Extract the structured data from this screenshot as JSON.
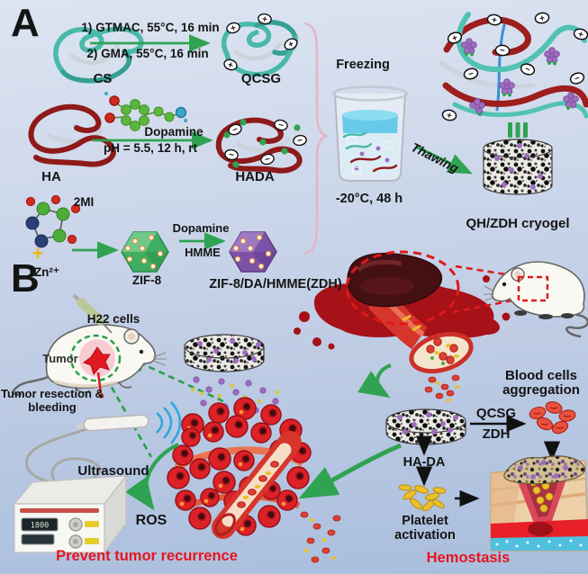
{
  "sym": {
    "plus": "+",
    "minus": "−"
  },
  "panel_a": {
    "label": "A",
    "cs": "CS",
    "qcsg": "QCSG",
    "rxn1_line1": "1) GTMAC, 55°C, 16 min",
    "rxn1_line2": "2) GMA, 55°C, 16 min",
    "ha": "HA",
    "hada": "HADA",
    "rxn2_line1": "Dopamine",
    "rxn2_line2": "pH = 5.5, 12 h, rt",
    "mi": "2MI",
    "plus": "+",
    "zn": "Zn²⁺",
    "zif8": "ZIF-8",
    "rxn3_line1": "Dopamine",
    "rxn3_line2": "HMME",
    "zdh": "ZIF-8/DA/HMME(ZDH)",
    "freezing": "Freezing",
    "freeze_cond": "-20°C, 48 h",
    "thawing": "Thawing",
    "cryogel": "QH/ZDH cryogel"
  },
  "panel_b": {
    "label": "B",
    "h22": "H22 cells",
    "tumor": "Tumor",
    "resection_line1": "Tumor resection &",
    "resection_line2": "bleeding",
    "ultrasound": "Ultrasound",
    "ros": "ROS",
    "prevent": "Prevent tumor recurrence",
    "blood_line1": "Blood cells",
    "blood_line2": "aggregation",
    "qcsg": "QCSG",
    "zdh": "ZDH",
    "hada": "HA-DA",
    "platelet_line1": "Platelet",
    "platelet_line2": "activation",
    "hemostasis": "Hemostasis",
    "device_display": "1800"
  },
  "colors": {
    "green_arrow": "#2fa352",
    "red_label": "#e8141e",
    "teal_polymer": "#49b9a8",
    "red_polymer": "#8e1a1a",
    "zif8_green": "#3fae62",
    "zdh_purple": "#7c52a8",
    "beaker_liquid": "#55c4e4",
    "background_top": "#dce4f1",
    "background_bottom": "#a9bedd"
  }
}
